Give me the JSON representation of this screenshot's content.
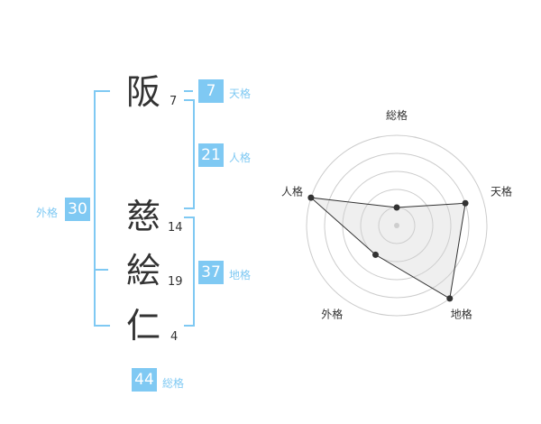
{
  "name_characters": [
    {
      "char": "阪",
      "strokes": "7"
    },
    {
      "char": "慈",
      "strokes": "14"
    },
    {
      "char": "絵",
      "strokes": "19"
    },
    {
      "char": "仁",
      "strokes": "4"
    }
  ],
  "fortunes": {
    "tenkaku": {
      "value": "7",
      "label": "天格"
    },
    "jinkaku": {
      "value": "21",
      "label": "人格"
    },
    "chikaku": {
      "value": "37",
      "label": "地格"
    },
    "gaikaku": {
      "value": "30",
      "label": "外格"
    },
    "soukaku": {
      "value": "44",
      "label": "総格"
    }
  },
  "colors": {
    "accent": "#7fc9f3",
    "text": "#333333",
    "grid": "#cccccc"
  },
  "chart_data": {
    "type": "radar",
    "axes": [
      "総格",
      "天格",
      "地格",
      "外格",
      "人格"
    ],
    "values": [
      1,
      4,
      5,
      2,
      5
    ],
    "range": [
      0,
      5
    ],
    "rings": 5
  }
}
